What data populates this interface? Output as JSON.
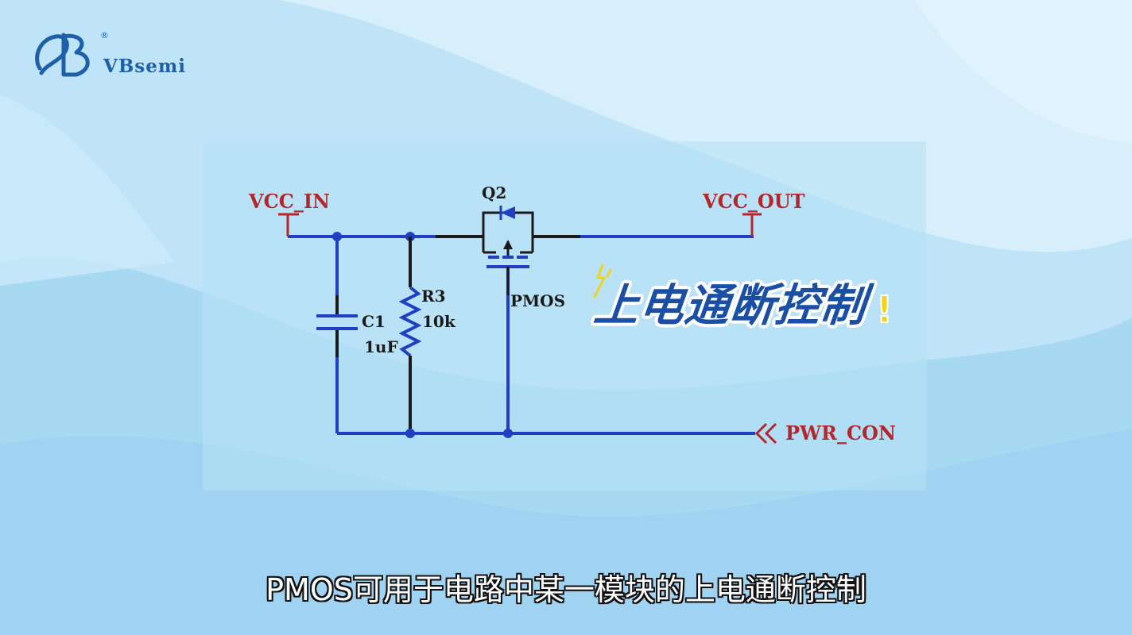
{
  "brand": {
    "name": "VBsemi",
    "reg_mark": "®"
  },
  "colors": {
    "wire": "#1f3fc4",
    "wire_dark": "#1a1a1a",
    "power_label": "#b5262c",
    "callout": "#1a4fa6",
    "background": "#bfe3f7"
  },
  "schematic": {
    "nets": {
      "input": "VCC_IN",
      "output": "VCC_OUT",
      "control": "PWR_CON"
    },
    "transistor": {
      "ref": "Q2",
      "type": "PMOS"
    },
    "capacitor": {
      "ref": "C1",
      "value": "1uF"
    },
    "resistor": {
      "ref": "R3",
      "value": "10k"
    }
  },
  "callout": {
    "text": "上电通断控制",
    "mark": "!"
  },
  "subtitle": "PMOS可用于电路中某一模块的上电通断控制",
  "icons": [
    "vbsemi-logo-icon",
    "spark-icon"
  ]
}
